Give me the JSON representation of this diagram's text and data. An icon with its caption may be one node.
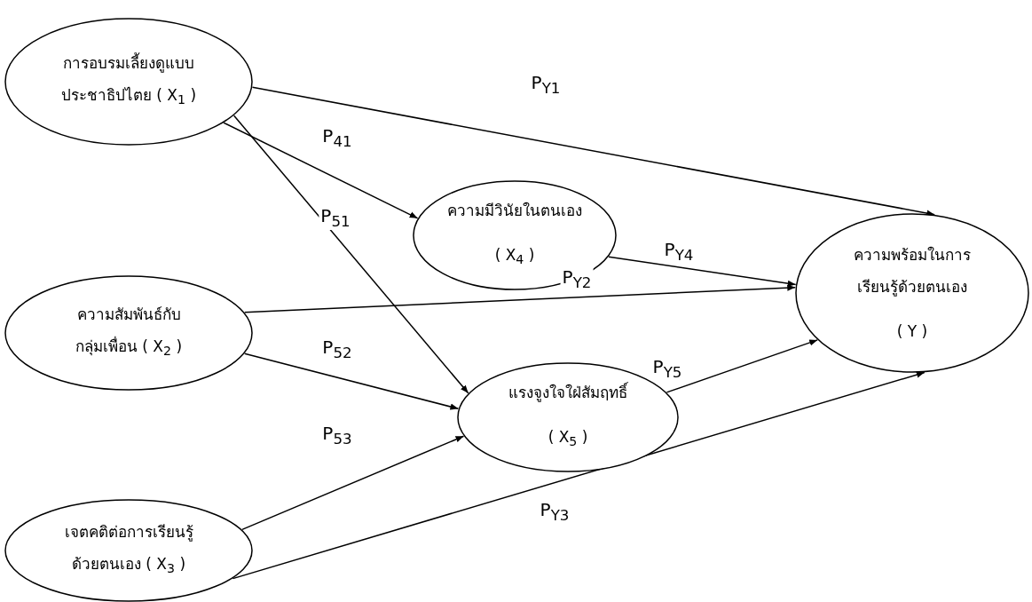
{
  "diagram": {
    "nodes": [
      {
        "text": [
          "การอบรมเลี้ยงดูแบบประชาธิปไตย ( X$_{1}$ )"
        ]
      },
      {
        "text": [
          "ความมีวินัยในตนเอง",
          "( X$_{4}$ )"
        ]
      },
      {
        "text": [
          "ความสัมพันธ์กับกลุ่มเพื่อน ( X$_{2}$ )"
        ]
      },
      {
        "text": [
          "แรงจูงใจใฝ่สัมฤทธิ์",
          "( X$_{5}$ )"
        ]
      },
      {
        "text": [
          "เจตคติต่อการเรียนรู้ด้วยตนเอง ( X$_{3}$ )"
        ]
      },
      {
        "text": [
          "ความพร้อมในการเรียนรู้ด้วยตนเอง",
          "( Y )"
        ]
      }
    ],
    "edges": [
      {
        "from": 0,
        "to": 5,
        "arrow": "to",
        "label": "P$_{Y1}$"
      },
      {
        "from": 0,
        "to": 1,
        "arrow": "to",
        "label": "P$_{41}$"
      },
      {
        "from": 0,
        "to": 3,
        "arrow": "to",
        "label": "P$_{51}$"
      },
      {
        "from": 1,
        "to": 5,
        "arrow": "to",
        "label": "P$_{Y4}$"
      },
      {
        "from": 2,
        "to": 5,
        "arrow": "to",
        "label": "P$_{Y2}$"
      },
      {
        "from": 2,
        "to": 3,
        "arrow": "to",
        "label": "P$_{52}$"
      },
      {
        "from": 3,
        "to": 5,
        "arrow": "to",
        "label": "P$_{Y5}$"
      },
      {
        "from": 4,
        "to": 3,
        "arrow": "to",
        "label": "P$_{53}$"
      },
      {
        "from": 4,
        "to": 5,
        "arrow": "to",
        "label": "P$_{Y3}$"
      }
    ]
  }
}
